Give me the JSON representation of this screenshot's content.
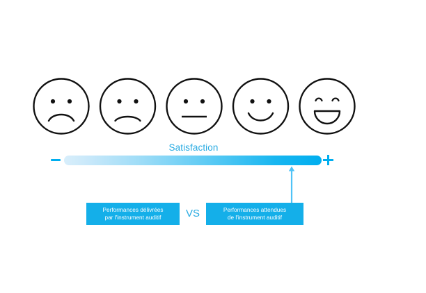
{
  "figure": {
    "background_color": "#FFFFFF",
    "accent_color": "#00AEEF",
    "accent_secondary": "#29ABE2",
    "box_color": "#14AFE9",
    "stroke_color": "#000000"
  },
  "faces": {
    "count": 5,
    "items": [
      {
        "name": "face-very-unhappy",
        "expression": "very unhappy",
        "mouth": "deep frown",
        "eyes": "dots"
      },
      {
        "name": "face-unhappy",
        "expression": "unhappy",
        "mouth": "slight frown",
        "eyes": "dots"
      },
      {
        "name": "face-neutral",
        "expression": "neutral",
        "mouth": "straight line",
        "eyes": "dots"
      },
      {
        "name": "face-happy",
        "expression": "happy",
        "mouth": "smile",
        "eyes": "dots"
      },
      {
        "name": "face-very-happy",
        "expression": "very happy",
        "mouth": "open grin",
        "eyes": "arched"
      }
    ]
  },
  "scale": {
    "title": "Satisfaction",
    "min_symbol": "−",
    "max_symbol": "+",
    "gradient_from": "#D8EEFB",
    "gradient_to": "#00AEEF",
    "marker_position_percent": 88
  },
  "comparison": {
    "left": {
      "line1": "Performances délivrées",
      "line2": "par l'instrument auditif"
    },
    "separator": "VS",
    "right": {
      "line1": "Performances attendues",
      "line2": "de l'instrument auditif"
    }
  }
}
